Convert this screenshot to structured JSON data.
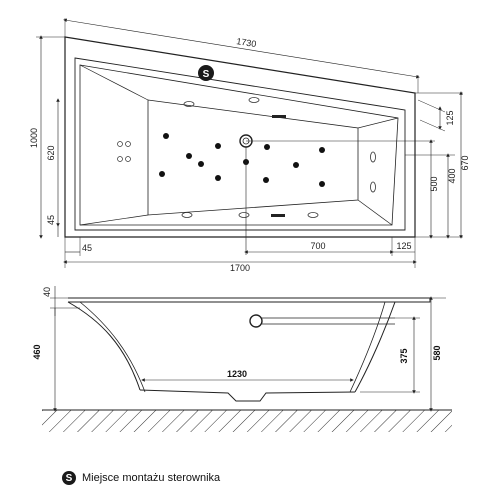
{
  "legend": {
    "badge": "S",
    "text": "Miejsce montażu sterownika"
  },
  "top_view": {
    "badge": "S",
    "dims": {
      "top_length": "1730",
      "height_left": "1000",
      "inner_620": "620",
      "inner_45": "45",
      "bottom_45": "45",
      "bottom_700": "700",
      "bottom_125": "125",
      "total_length": "1700",
      "right_125": "125",
      "right_500": "500",
      "right_400": "400",
      "right_670": "670"
    }
  },
  "side_view": {
    "dims": {
      "rim_40": "40",
      "height_460": "460",
      "inner_1230": "1230",
      "depth_375": "375",
      "height_580": "580"
    }
  }
}
